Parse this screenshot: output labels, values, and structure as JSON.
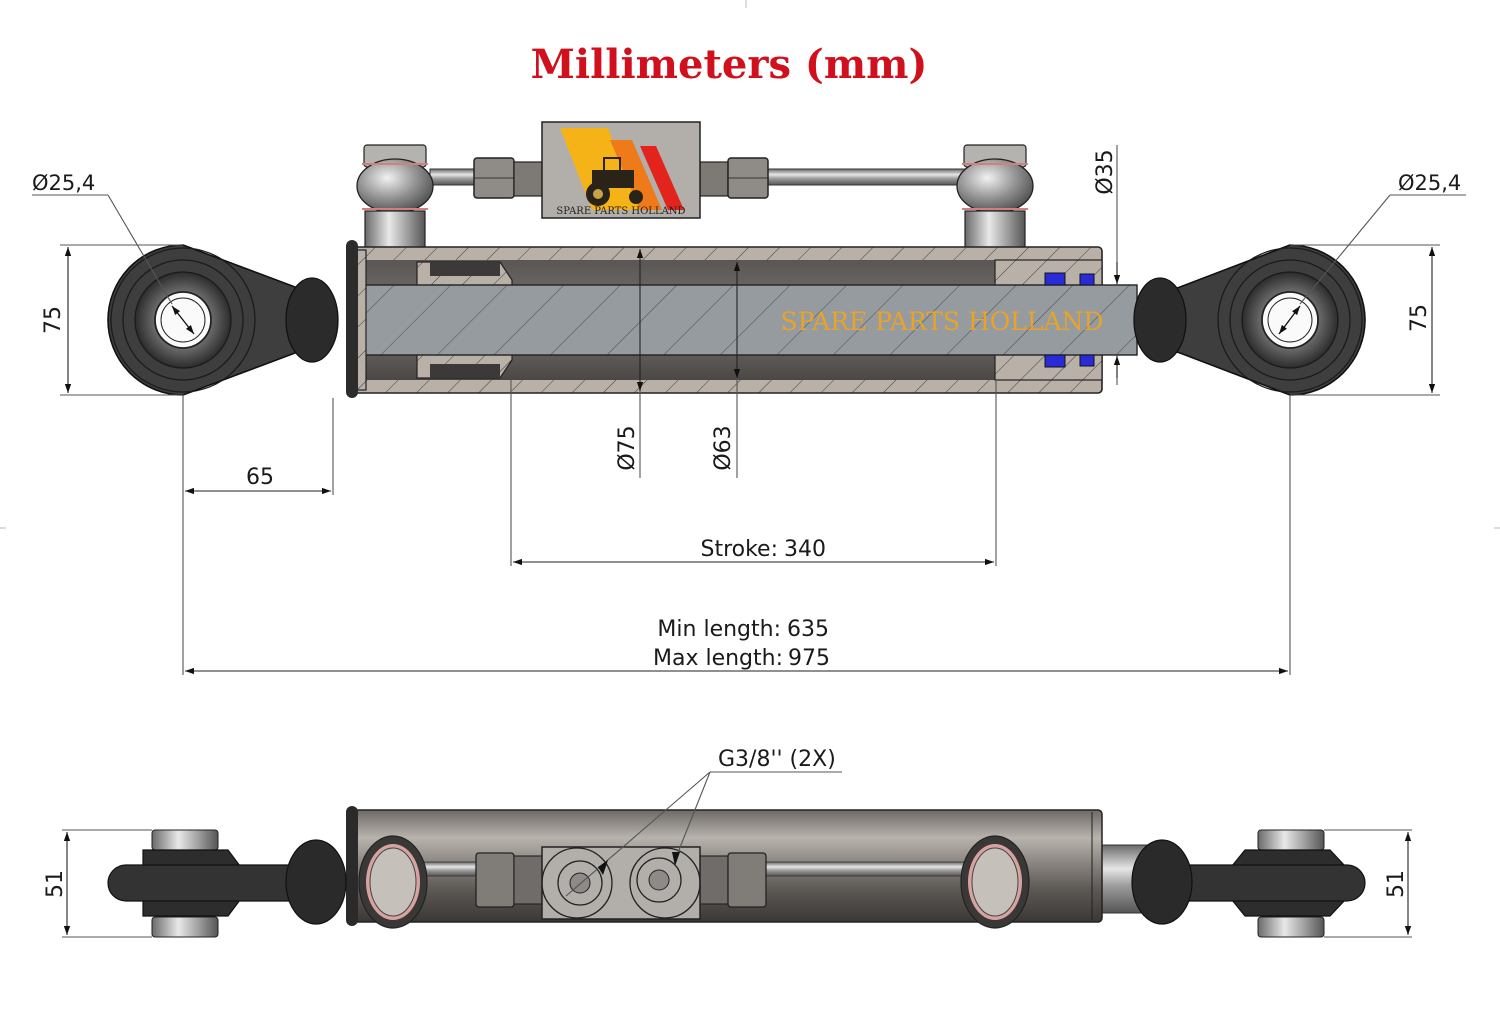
{
  "title": "Millimeters (mm)",
  "logo": {
    "text": "SPARE PARTS HOLLAND",
    "stripe_colors": [
      "#f5b318",
      "#ee7a1a",
      "#e2241c"
    ]
  },
  "watermark": "SPARE PARTS HOLLAND",
  "colors": {
    "title": "#d0101c",
    "watermark": "#f0a41e",
    "seal_blue": "#2a2ad6",
    "rubber": "#2e2e2e",
    "steel": "#9a9a9a",
    "section_fill": "#b8b0a8"
  },
  "side_view": {
    "dimensions": {
      "pin_left": "Ø25,4",
      "pin_right": "Ø25,4",
      "eye_height_left": "75",
      "eye_height_right": "75",
      "rod_diameter": "Ø35",
      "cylinder_outer": "Ø75",
      "cylinder_bore": "Ø63",
      "eye_offset": "65",
      "stroke_label": "Stroke:",
      "stroke_value": "340",
      "min_length_label": "Min length:",
      "min_length_value": "635",
      "max_length_label": "Max length:",
      "max_length_value": "975"
    }
  },
  "top_view": {
    "dimensions": {
      "port_callout": "G3/8'' (2X)",
      "eye_width_left": "51",
      "eye_width_right": "51"
    }
  }
}
